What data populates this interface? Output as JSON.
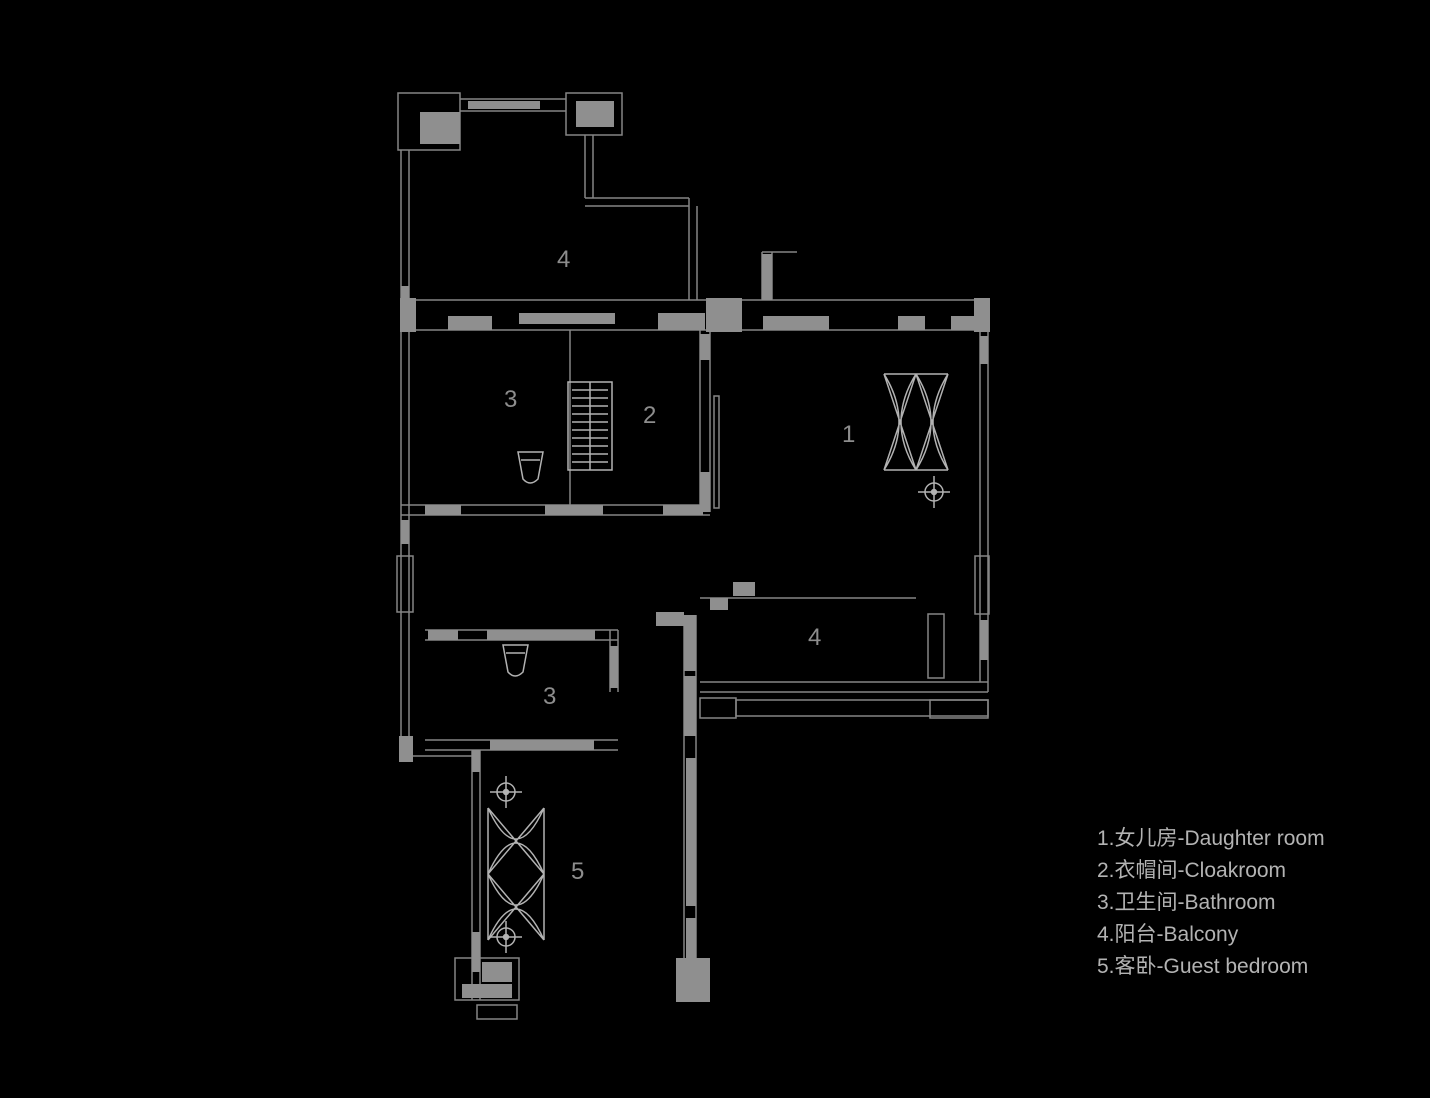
{
  "floorplan": {
    "room_labels": [
      "4",
      "3",
      "2",
      "1",
      "4",
      "3",
      "5"
    ],
    "colors": {
      "background": "#000000",
      "wall_line": "#858585",
      "wall_fill": "#8f8f8f",
      "furniture_line": "#b2b2b2",
      "room_label_text": "#8d8d8d",
      "legend_text": "#b3b3b3"
    }
  },
  "legend": {
    "items": [
      "1.女儿房-Daughter room",
      "2.衣帽间-Cloakroom",
      "3.卫生间-Bathroom",
      "4.阳台-Balcony",
      "5.客卧-Guest bedroom"
    ]
  }
}
